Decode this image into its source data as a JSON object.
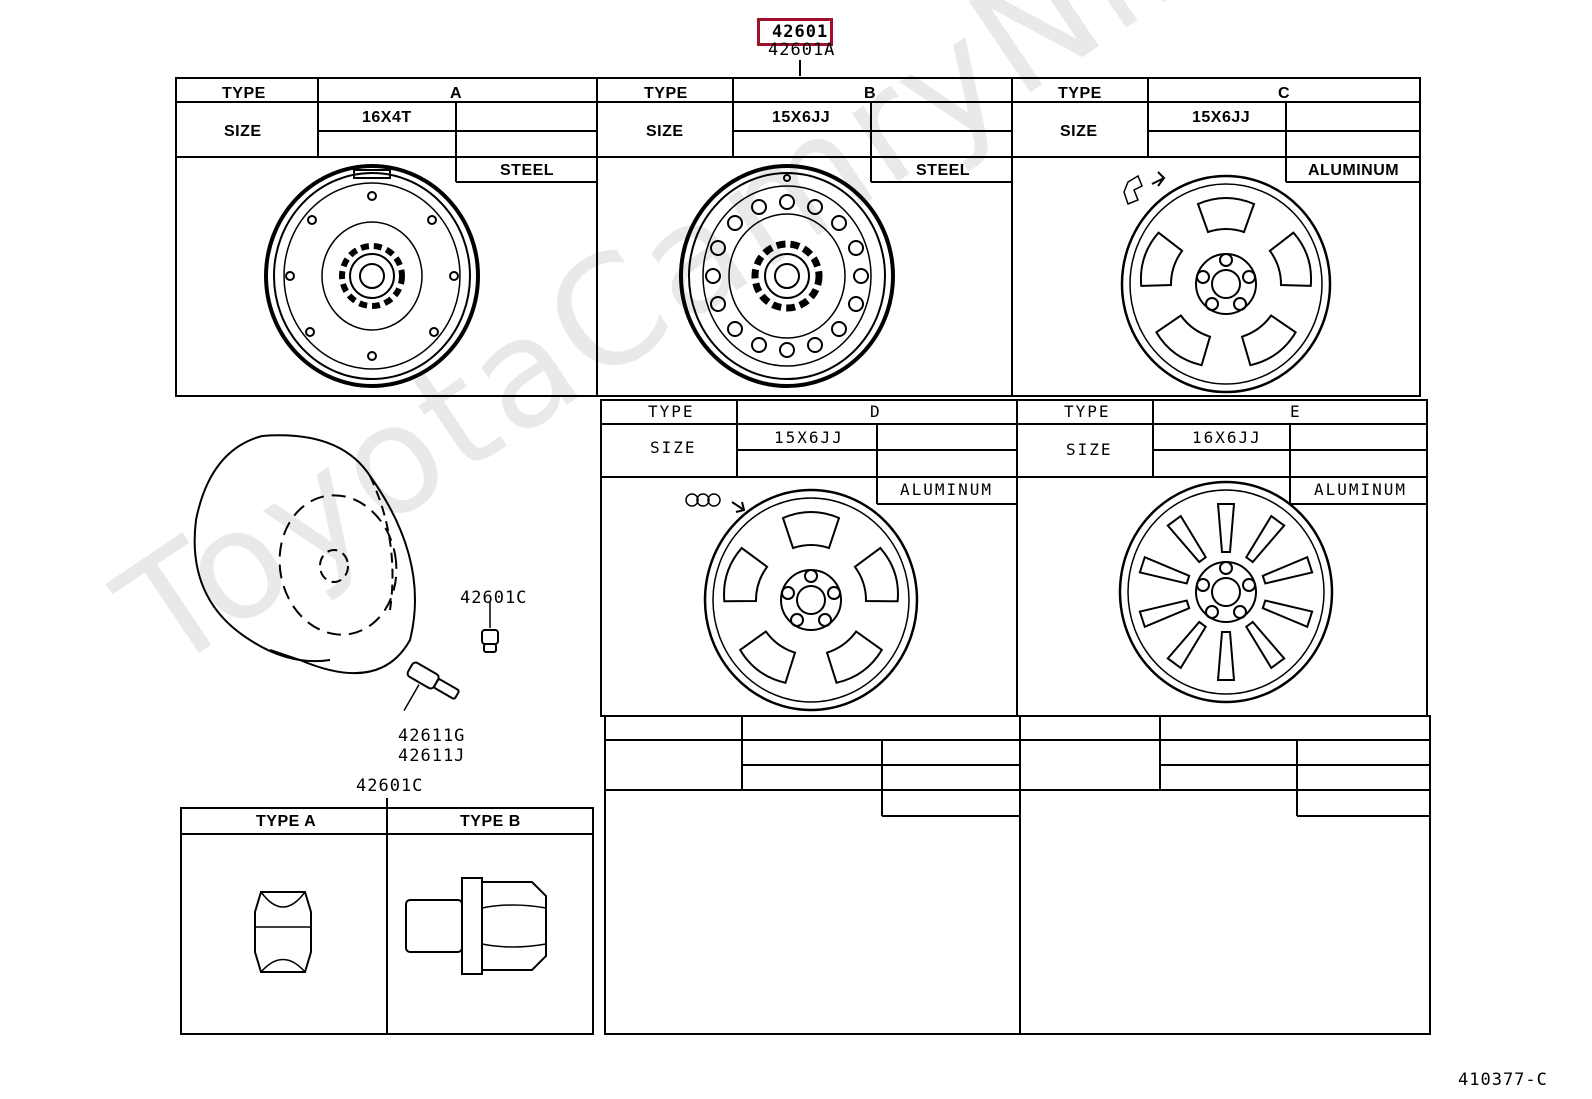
{
  "header": {
    "main_part_no": "42601",
    "alt_part_no": "42601A",
    "diagram_no": "410377-C"
  },
  "watermark": "ToyotaCamryNirvana.ru",
  "tables": {
    "type_label": "TYPE",
    "size_label": "SIZE",
    "A": {
      "type": "A",
      "size": "16X4T",
      "material": "STEEL"
    },
    "B": {
      "type": "B",
      "size": "15X6JJ",
      "material": "STEEL"
    },
    "C": {
      "type": "C",
      "size": "15X6JJ",
      "material": "ALUMINUM"
    },
    "D": {
      "type": "D",
      "size": "15X6JJ",
      "material": "ALUMINUM"
    },
    "E": {
      "type": "E",
      "size": "16X6JJ",
      "material": "ALUMINUM"
    }
  },
  "callouts": {
    "hub_nut_cap": "42601C",
    "valve_g": "42611G",
    "valve_j": "42611J",
    "nut": "42601C"
  },
  "nut_table": {
    "type_a": "TYPE A",
    "type_b": "TYPE B"
  }
}
